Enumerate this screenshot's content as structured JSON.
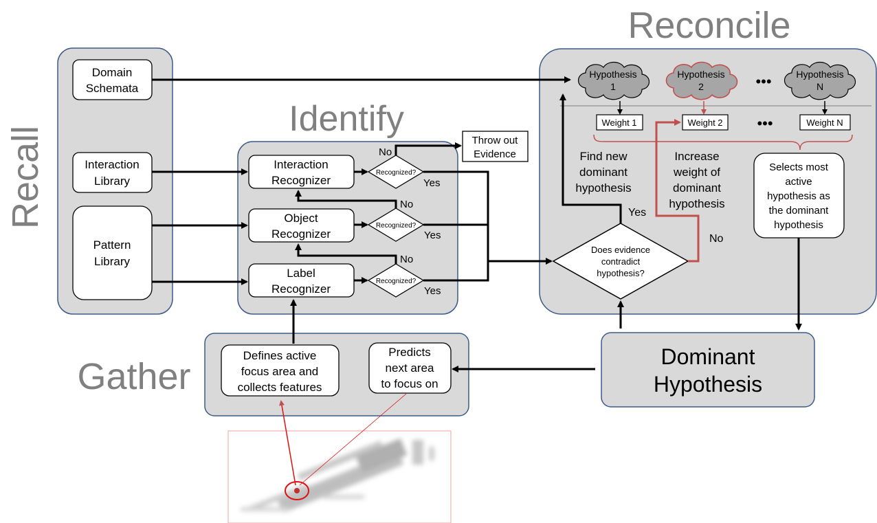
{
  "sections": {
    "recall": "Recall",
    "identify": "Identify",
    "reconcile": "Reconcile",
    "gather": "Gather"
  },
  "recall": {
    "domain_schemata": [
      "Domain",
      "Schemata"
    ],
    "interaction_library": [
      "Interaction",
      "Library"
    ],
    "pattern_library": [
      "Pattern",
      "Library"
    ]
  },
  "identify": {
    "interaction_recognizer": [
      "Interaction",
      "Recognizer"
    ],
    "object_recognizer": [
      "Object",
      "Recognizer"
    ],
    "label_recognizer": [
      "Label",
      "Recognizer"
    ],
    "recognized_q": "Recognized?",
    "yes": "Yes",
    "no": "No",
    "throw_out": [
      "Throw out",
      "Evidence"
    ]
  },
  "reconcile": {
    "hypotheses": [
      {
        "line1": "Hypothesis",
        "line2": "1",
        "weight": "Weight 1"
      },
      {
        "line1": "Hypothesis",
        "line2": "2",
        "weight": "Weight 2"
      },
      {
        "line1": "Hypothesis",
        "line2": "N",
        "weight": "Weight N"
      }
    ],
    "ellipsis": "•••",
    "find_new": [
      "Find new",
      "dominant",
      "hypothesis"
    ],
    "increase_weight": [
      "Increase",
      "weight of",
      "dominant",
      "hypothesis"
    ],
    "selects_most": [
      "Selects most",
      "active",
      "hypothesis as",
      "the dominant",
      "hypothesis"
    ],
    "decision": [
      "Does evidence",
      "contradict",
      "hypothesis?"
    ],
    "yes": "Yes",
    "no": "No"
  },
  "dominant": [
    "Dominant",
    "Hypothesis"
  ],
  "gather": {
    "defines": [
      "Defines active",
      "focus area and",
      "collects features"
    ],
    "predicts": [
      "Predicts",
      "next area",
      "to focus on"
    ]
  },
  "colors": {
    "panel_fill": "#d9d9d9",
    "panel_border": "#3b5a8a",
    "highlight": "#c0504d",
    "title_gray": "#808080"
  }
}
